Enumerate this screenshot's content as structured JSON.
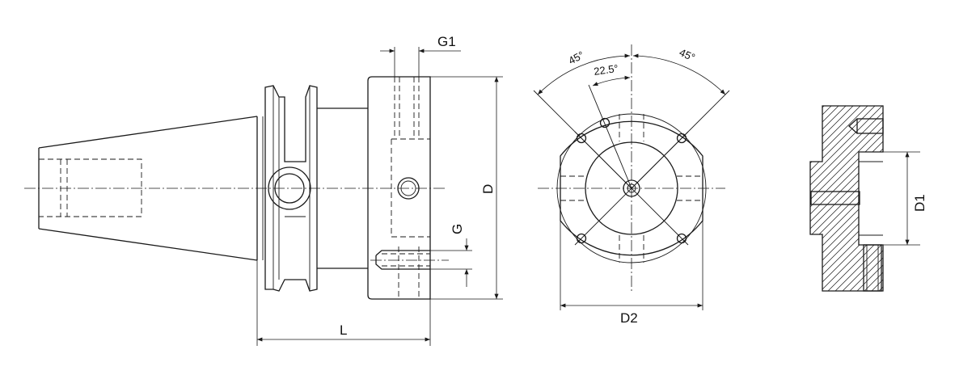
{
  "labels": {
    "G1": "G1",
    "D": "D",
    "G": "G",
    "L": "L",
    "D2": "D2",
    "D1": "D1",
    "angle_left": "45°",
    "angle_right": "45°",
    "angle_half": "22.5°"
  }
}
